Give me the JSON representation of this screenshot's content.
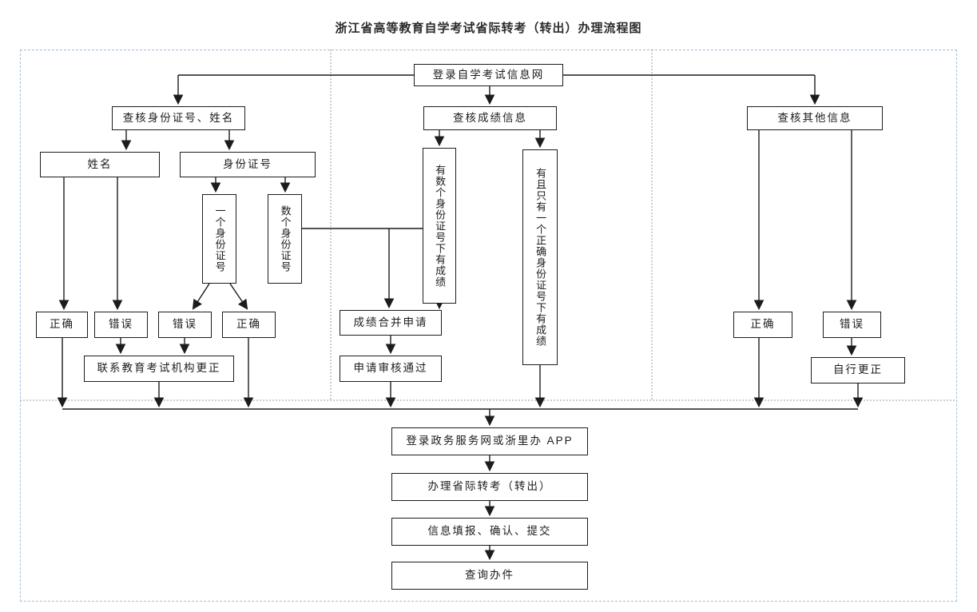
{
  "title": "浙江省高等教育自学考试省际转考（转出）办理流程图",
  "flow": {
    "start": "登录自学考试信息网",
    "left": {
      "header": "查核身份证号、姓名",
      "name_box": "姓名",
      "id_box": "身份证号",
      "one_id": "一个身份证号",
      "several_ids": "数个身份证号",
      "name_correct": "正确",
      "name_wrong": "错误",
      "id_wrong": "错误",
      "id_correct": "正确",
      "contact_fix": "联系教育考试机构更正"
    },
    "middle": {
      "header": "查核成绩信息",
      "multi_id_scores": "有数个身份证号下有成绩",
      "single_id_scores": "有且只有一个正确身份证号下有成绩",
      "merge_apply": "成绩合并申请",
      "apply_approved": "申请审核通过"
    },
    "right": {
      "header": "查核其他信息",
      "correct": "正确",
      "wrong": "错误",
      "self_fix": "自行更正"
    },
    "bottom": [
      "登录政务服务网或浙里办 APP",
      "办理省际转考（转出）",
      "信息填报、确认、提交",
      "查询办件"
    ]
  },
  "colors": {
    "outer_border": "#9fbedc",
    "divider": "#9b9b9b",
    "line": "#1c1c1c",
    "box_border": "#1c1c1c",
    "text": "#1c1c1c"
  }
}
